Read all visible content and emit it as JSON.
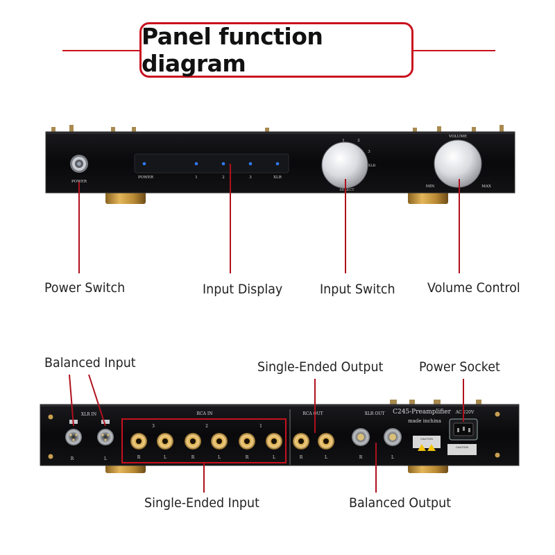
{
  "title": "Panel function diagram",
  "front_panel": {
    "power_label": "POWER",
    "display_labels": [
      "POWER",
      "1",
      "2",
      "3",
      "XLR"
    ],
    "input_knob_numbers": [
      "1",
      "2",
      "3",
      "XLR"
    ],
    "input_knob_label": "SELECT",
    "volume_label": "VOLUME",
    "volume_min": "MIN",
    "volume_max": "MAX"
  },
  "rear_panel": {
    "xlr_in_label": "XLR IN",
    "rca_in_label": "RCA IN",
    "rca_in_groups": [
      "3",
      "2",
      "1"
    ],
    "rca_out_label": "RCA OUT",
    "xlr_out_label": "XLR OUT",
    "model": "C245-Preamplifier",
    "made_in": "made inchina",
    "ac_label": "AC 220V",
    "caution_label": "CAUTION",
    "channel_r": "R",
    "channel_l": "L"
  },
  "callouts": {
    "power_switch": "Power Switch",
    "input_display": "Input Display",
    "input_switch": "Input Switch",
    "volume_control": "Volume Control",
    "balanced_input": "Balanced Input",
    "single_ended_output": "Single-Ended Output",
    "power_socket": "Power Socket",
    "single_ended_input": "Single-Ended Input",
    "balanced_output": "Balanced Output"
  },
  "colors": {
    "accent": "#c8101e",
    "panel": "#0b0b0d",
    "led": "#2f7bff"
  }
}
